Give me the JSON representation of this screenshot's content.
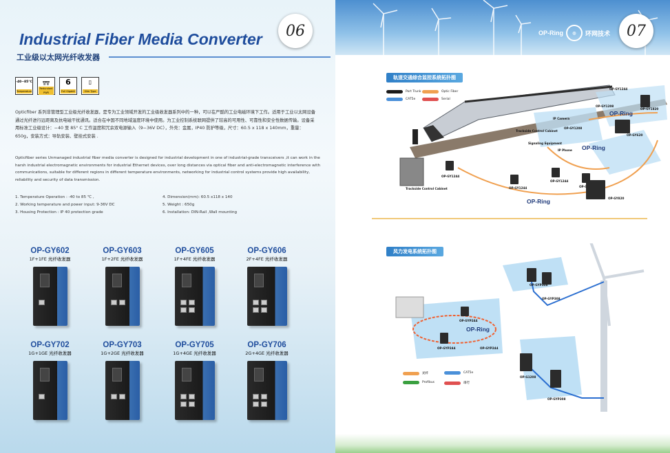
{
  "left": {
    "page_number": "06",
    "title_en": "Industrial Fiber Media Converter",
    "title_cn": "工业级以太网光纤收发器",
    "features": [
      {
        "icon": "temperature-icon",
        "glyph": "-40~85°C",
        "label": "Temperature"
      },
      {
        "icon": "redundant-power-icon",
        "glyph": "╦╦",
        "label": "Redundant PWR"
      },
      {
        "icon": "gigabit-icon",
        "glyph": "6",
        "label": "Full Gigabit"
      },
      {
        "icon": "slim-type-icon",
        "glyph": "▯",
        "label": "Slim Type"
      }
    ],
    "desc_cn": "Opticfiber 系列非管理型工业级光纤收发器，是专为工业领域开发的工业级收发器系列中的一种，可以在严酷的工业电磁环境下工作。适用于工业以太网设备通过光纤进行远距离及抗电磁干扰通讯。适合在中国不同地域温度环境中使用。为工业控制系统联网提供了较高的可用性、可靠性和安全性数据传输。设备采用标准工业级设计：−40 至 85° C 工作温度和冗余双电源输入（9−36V DC），外壳：金属，IP40 防护等级，尺寸：60.5 x 118 x 140mm，重量：650g，安装方式：导轨安装、壁挂式安装 .",
    "desc_en": "Opticfiber series Unmanaged industrial fiber media converter is designed for industrial development in one of industrial-grade transceivers ,it can work in the harsh industrial electromagnetic environments for industrial Ethernet devices, over long distances via optical fiber and anti-electromagnetic interference with communications, suitable for different regions in different temperature environments, networking for industrial control systems provide high availability, reliability and security of data transmission.",
    "specs": [
      "1. Temperature Operation : -40 to 85 ℃ ,",
      "4. Dimension(mm): 60.5 x118 x 140",
      "2. Working temperature and power input: 9-36V DC",
      "5. Weight : 650g",
      "3. Housing Protection : IP 40 protection grade",
      "6. Installation:  DIN-Rail ,Wall mounting"
    ],
    "products": [
      {
        "model": "OP-GY602",
        "desc": "1F+1FE 光纤收发器",
        "rj": 1
      },
      {
        "model": "OP-GY603",
        "desc": "1F+2FE 光纤收发器",
        "rj": 2
      },
      {
        "model": "OP-GY605",
        "desc": "1F+4FE 光纤收发器",
        "rj": 4
      },
      {
        "model": "OP-GY606",
        "desc": "2F+4FE 光纤收发器",
        "rj": 4
      },
      {
        "model": "OP-GY702",
        "desc": "1G+1GE 光纤收发器",
        "rj": 1
      },
      {
        "model": "OP-GY703",
        "desc": "1G+2GE 光纤收发器",
        "rj": 2
      },
      {
        "model": "OP-GY705",
        "desc": "1G+4GE 光纤收发器",
        "rj": 4
      },
      {
        "model": "OP-GY706",
        "desc": "2G+4GE 光纤收发器",
        "rj": 4
      }
    ]
  },
  "right": {
    "page_number": "07",
    "brand_name": "OP-Ring",
    "brand_cn": "环网技术",
    "diagram1": {
      "title": "轨道交通综合监控系统拓扑图",
      "legend": [
        {
          "label": "Port Trunk",
          "color": "#1a1a1a"
        },
        {
          "label": "Optic Fiber",
          "color": "#f0a050"
        },
        {
          "label": "CAT5e",
          "color": "#4a90d9"
        },
        {
          "label": "Serial",
          "color": "#e05050"
        }
      ],
      "nodes": [
        "OP-GY1244",
        "OP-GY1820",
        "OP-GY1244",
        "OP-GY1208",
        "OP-GY1208",
        "OP-GY620",
        "OP-GY1244",
        "OP-GY1244",
        "OP-GY1244",
        "OP-GY820"
      ],
      "labels": [
        "IP Camera",
        "Trackside Control Cabinet",
        "Signaling Equipment",
        "IP Phone",
        "Trackside Control Cabinet"
      ],
      "rings": [
        "OP-Ring",
        "OP-Ring",
        "OP-Ring"
      ]
    },
    "diagram2": {
      "title": "风力发电系统拓扑图",
      "legend": [
        {
          "label": "光纤",
          "color": "#f0a050"
        },
        {
          "label": "CAT5e",
          "color": "#4a90d9"
        },
        {
          "label": "Profibus",
          "color": "#3aa040"
        },
        {
          "label": "串行",
          "color": "#e05050"
        }
      ],
      "nodes": [
        "OP-GYP308",
        "OP-GYP308",
        "OP-GYP244",
        "OP-GYP244",
        "OP-GYP244",
        "OP-G1208",
        "OP-GYP308"
      ],
      "rings": [
        "OP-Ring"
      ]
    }
  }
}
